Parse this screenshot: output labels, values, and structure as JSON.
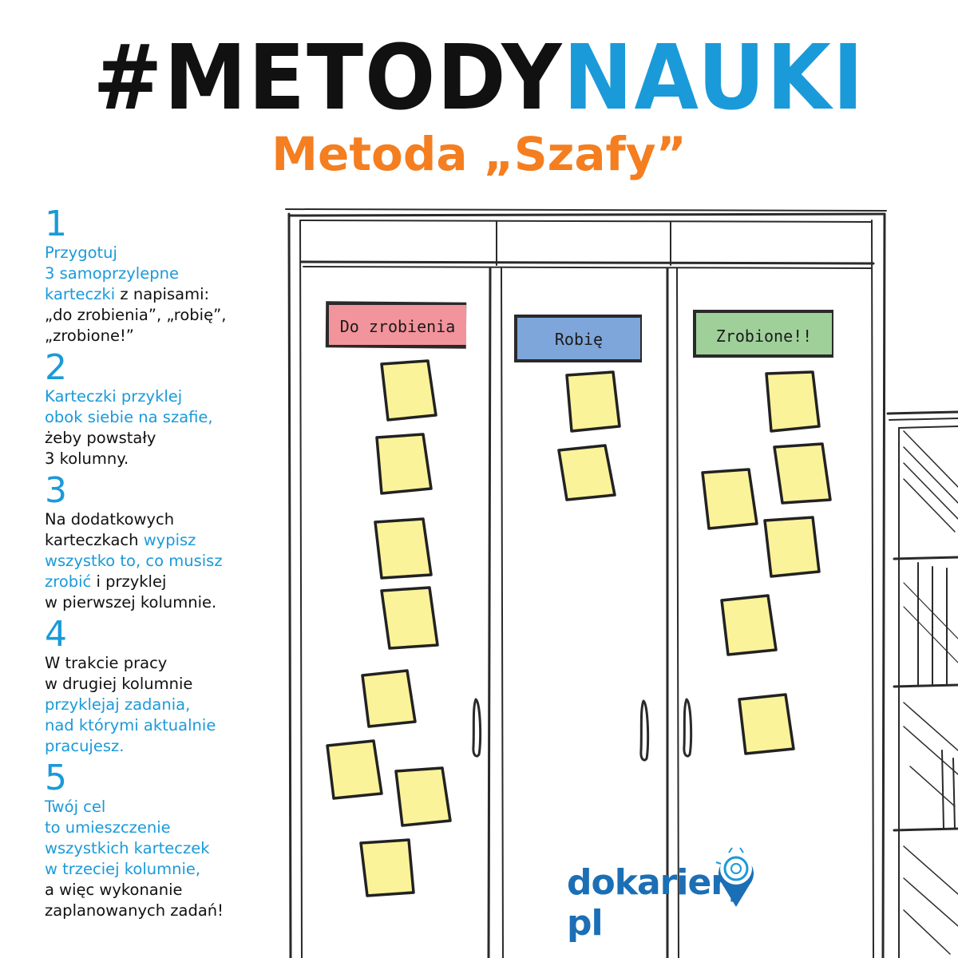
{
  "header": {
    "title_part1": "#METODY",
    "title_part2": "NAUKI",
    "subtitle": "Metoda „Szafy”"
  },
  "columns": {
    "todo": "Do zrobienia",
    "doing": "Robię",
    "done": "Zrobione!!"
  },
  "steps": [
    {
      "number": "1",
      "seg1": "Przygotuj",
      "seg2": "3 samoprzylepne",
      "seg3": "karteczki",
      "seg4": " z napisami:",
      "seg5": "„do zrobienia”, „robię”,",
      "seg6": "„zrobione!”"
    },
    {
      "number": "2",
      "seg1": "Karteczki przyklej",
      "seg2": "obok siebie na szafie,",
      "seg3": "żeby powstały",
      "seg4": "3 kolumny."
    },
    {
      "number": "3",
      "seg1": "Na dodatkowych",
      "seg2": "karteczkach ",
      "seg3": "wypisz",
      "seg4": "wszystko to, co musisz",
      "seg5": "zrobić",
      "seg6": " i przyklej",
      "seg7": "w pierwszej kolumnie."
    },
    {
      "number": "4",
      "seg1": "W trakcie pracy",
      "seg2": "w drugiej kolumnie",
      "seg3": "przyklejaj zadania,",
      "seg4": "nad którymi aktualnie",
      "seg5": "pracujesz."
    },
    {
      "number": "5",
      "seg1": "Twój cel",
      "seg2": "to umieszczenie",
      "seg3": "wszystkich karteczek",
      "seg4": "w trzeciej kolumnie,",
      "seg5": "a więc wykonanie",
      "seg6": "zaplanowanych zadań!"
    }
  ],
  "logo": {
    "text": "dokariery",
    "suffix": "pl"
  },
  "colors": {
    "blue": "#1a9ad9",
    "orange": "#f47e20",
    "todo_label": "#f2949b",
    "doing_label": "#7ea6da",
    "done_label": "#9fd09a",
    "sticky_note": "#fbf39a"
  }
}
